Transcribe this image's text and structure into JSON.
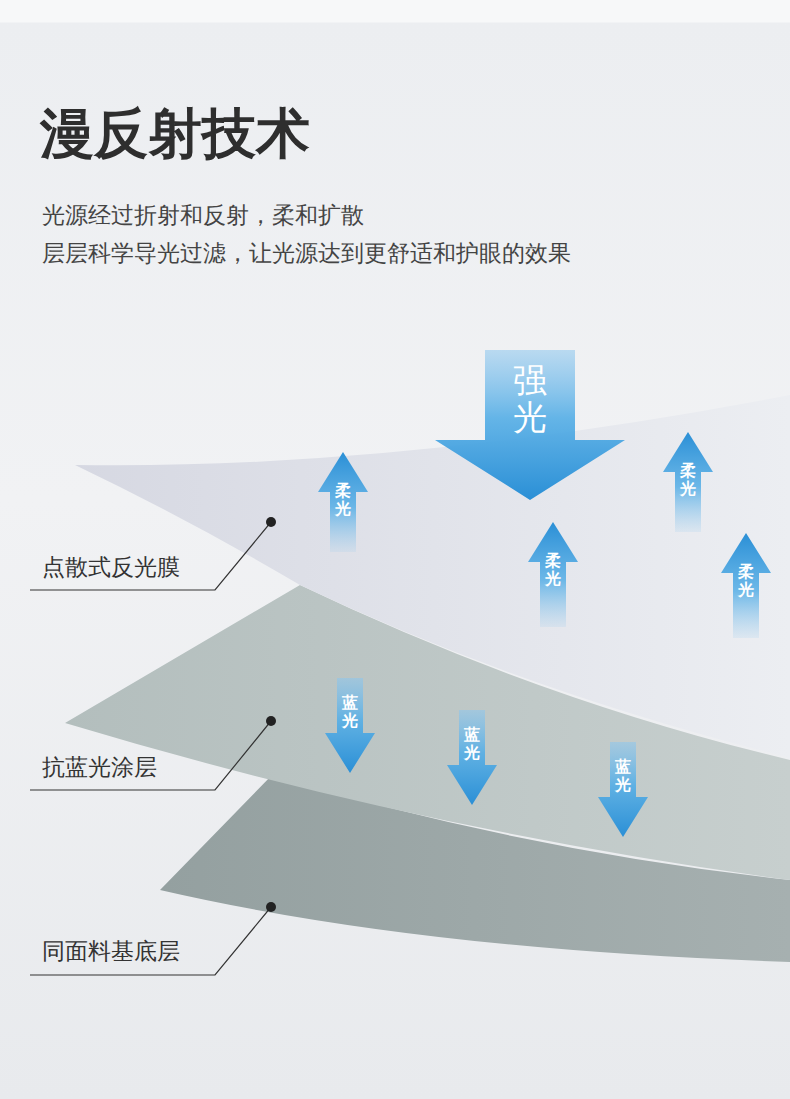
{
  "diagram": {
    "title": "漫反射技术",
    "nodes": [
      {
        "text": [
          "强光"
        ]
      },
      {
        "text": [
          "柔光"
        ]
      },
      {
        "text": [
          "柔光"
        ]
      },
      {
        "text": [
          "柔光"
        ]
      },
      {
        "text": [
          "柔光"
        ]
      },
      {
        "text": [
          "蓝光"
        ]
      },
      {
        "text": [
          "蓝光"
        ]
      },
      {
        "text": [
          "蓝光"
        ]
      }
    ],
    "labels": [
      "光源经过折射和反射，柔和扩散",
      "层层科学导光过滤，让光源达到更舒适和护眼的效果",
      "点散式反光膜",
      "抗蓝光涂层",
      "同面料基底层"
    ]
  }
}
